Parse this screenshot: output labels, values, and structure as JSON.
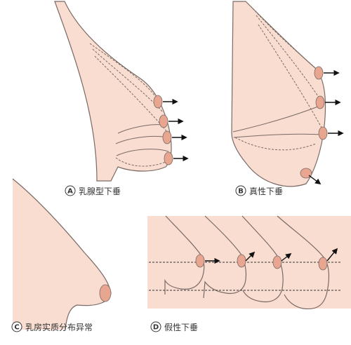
{
  "panels": [
    {
      "letter": "A",
      "caption": "乳腺型下垂"
    },
    {
      "letter": "B",
      "caption": "真性下垂"
    },
    {
      "letter": "C",
      "caption": "乳房实质分布异常"
    },
    {
      "letter": "D",
      "caption": "假性下垂"
    }
  ],
  "colors": {
    "skin": "#f8ddd0",
    "areola": "#e8a690",
    "outline": "#7a6a66",
    "arrow": "#111111"
  }
}
